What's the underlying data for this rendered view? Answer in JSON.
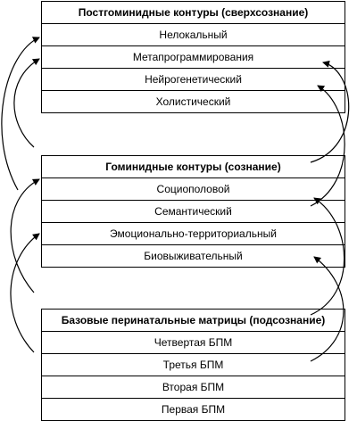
{
  "blocks": {
    "top": {
      "title": "Постгоминидные контуры (сверхсознание)",
      "items": [
        "Нелокальный",
        "Метапрограммирования",
        "Нейрогенетический",
        "Холистический"
      ]
    },
    "middle": {
      "title": "Гоминидные контуры (сознание)",
      "items": [
        "Социополовой",
        "Семантический",
        "Эмоционально-территориальный",
        "Биовыживательный"
      ]
    },
    "bottom": {
      "title": "Базовые перинатальные матрицы (подсознание)",
      "items": [
        "Четвертая БПМ",
        "Третья БПМ",
        "Вторая БПМ",
        "Первая БПМ"
      ]
    }
  },
  "colors": {
    "line": "#000000",
    "background": "#ffffff"
  }
}
